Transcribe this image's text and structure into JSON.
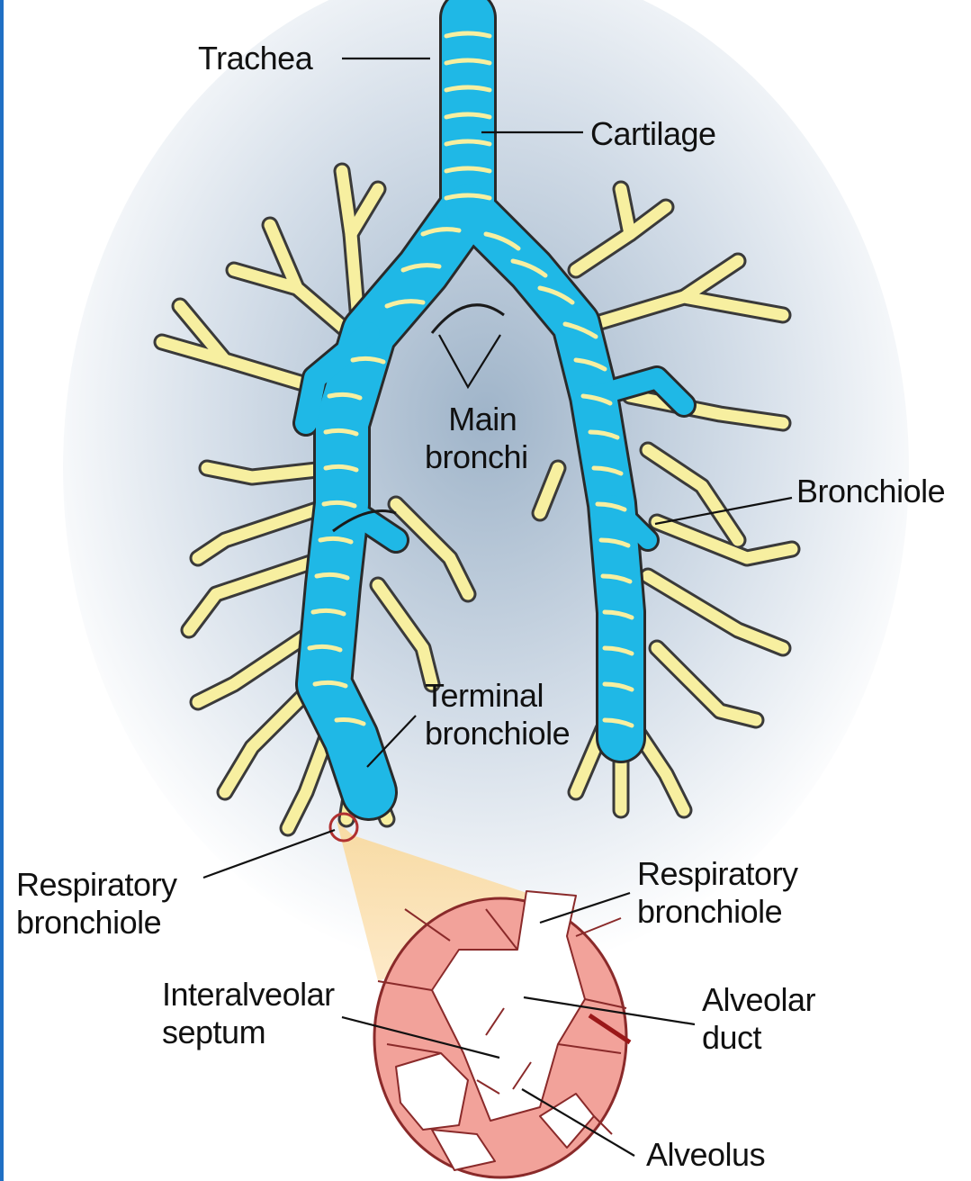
{
  "labels": {
    "trachea": "Trachea",
    "cartilage": "Cartilage",
    "main_bronchi": [
      "Main",
      "bronchi"
    ],
    "bronchiole": "Bronchiole",
    "terminal_bronchiole": [
      "Terminal",
      "bronchiole"
    ],
    "respiratory_bronchiole_left": [
      "Respiratory",
      "bronchiole"
    ],
    "respiratory_bronchiole_right": [
      "Respiratory",
      "bronchiole"
    ],
    "interalveolar_septum": [
      "Interalveolar",
      "septum"
    ],
    "alveolar_duct": [
      "Alveolar",
      "duct"
    ],
    "alveolus": "Alveolus"
  },
  "colors": {
    "airway_blue": "#1fb8e6",
    "cartilage_yellow": "#f7efa0",
    "alveolus_pink": "#f2a29a",
    "background_glow": "#9fb6cc"
  }
}
